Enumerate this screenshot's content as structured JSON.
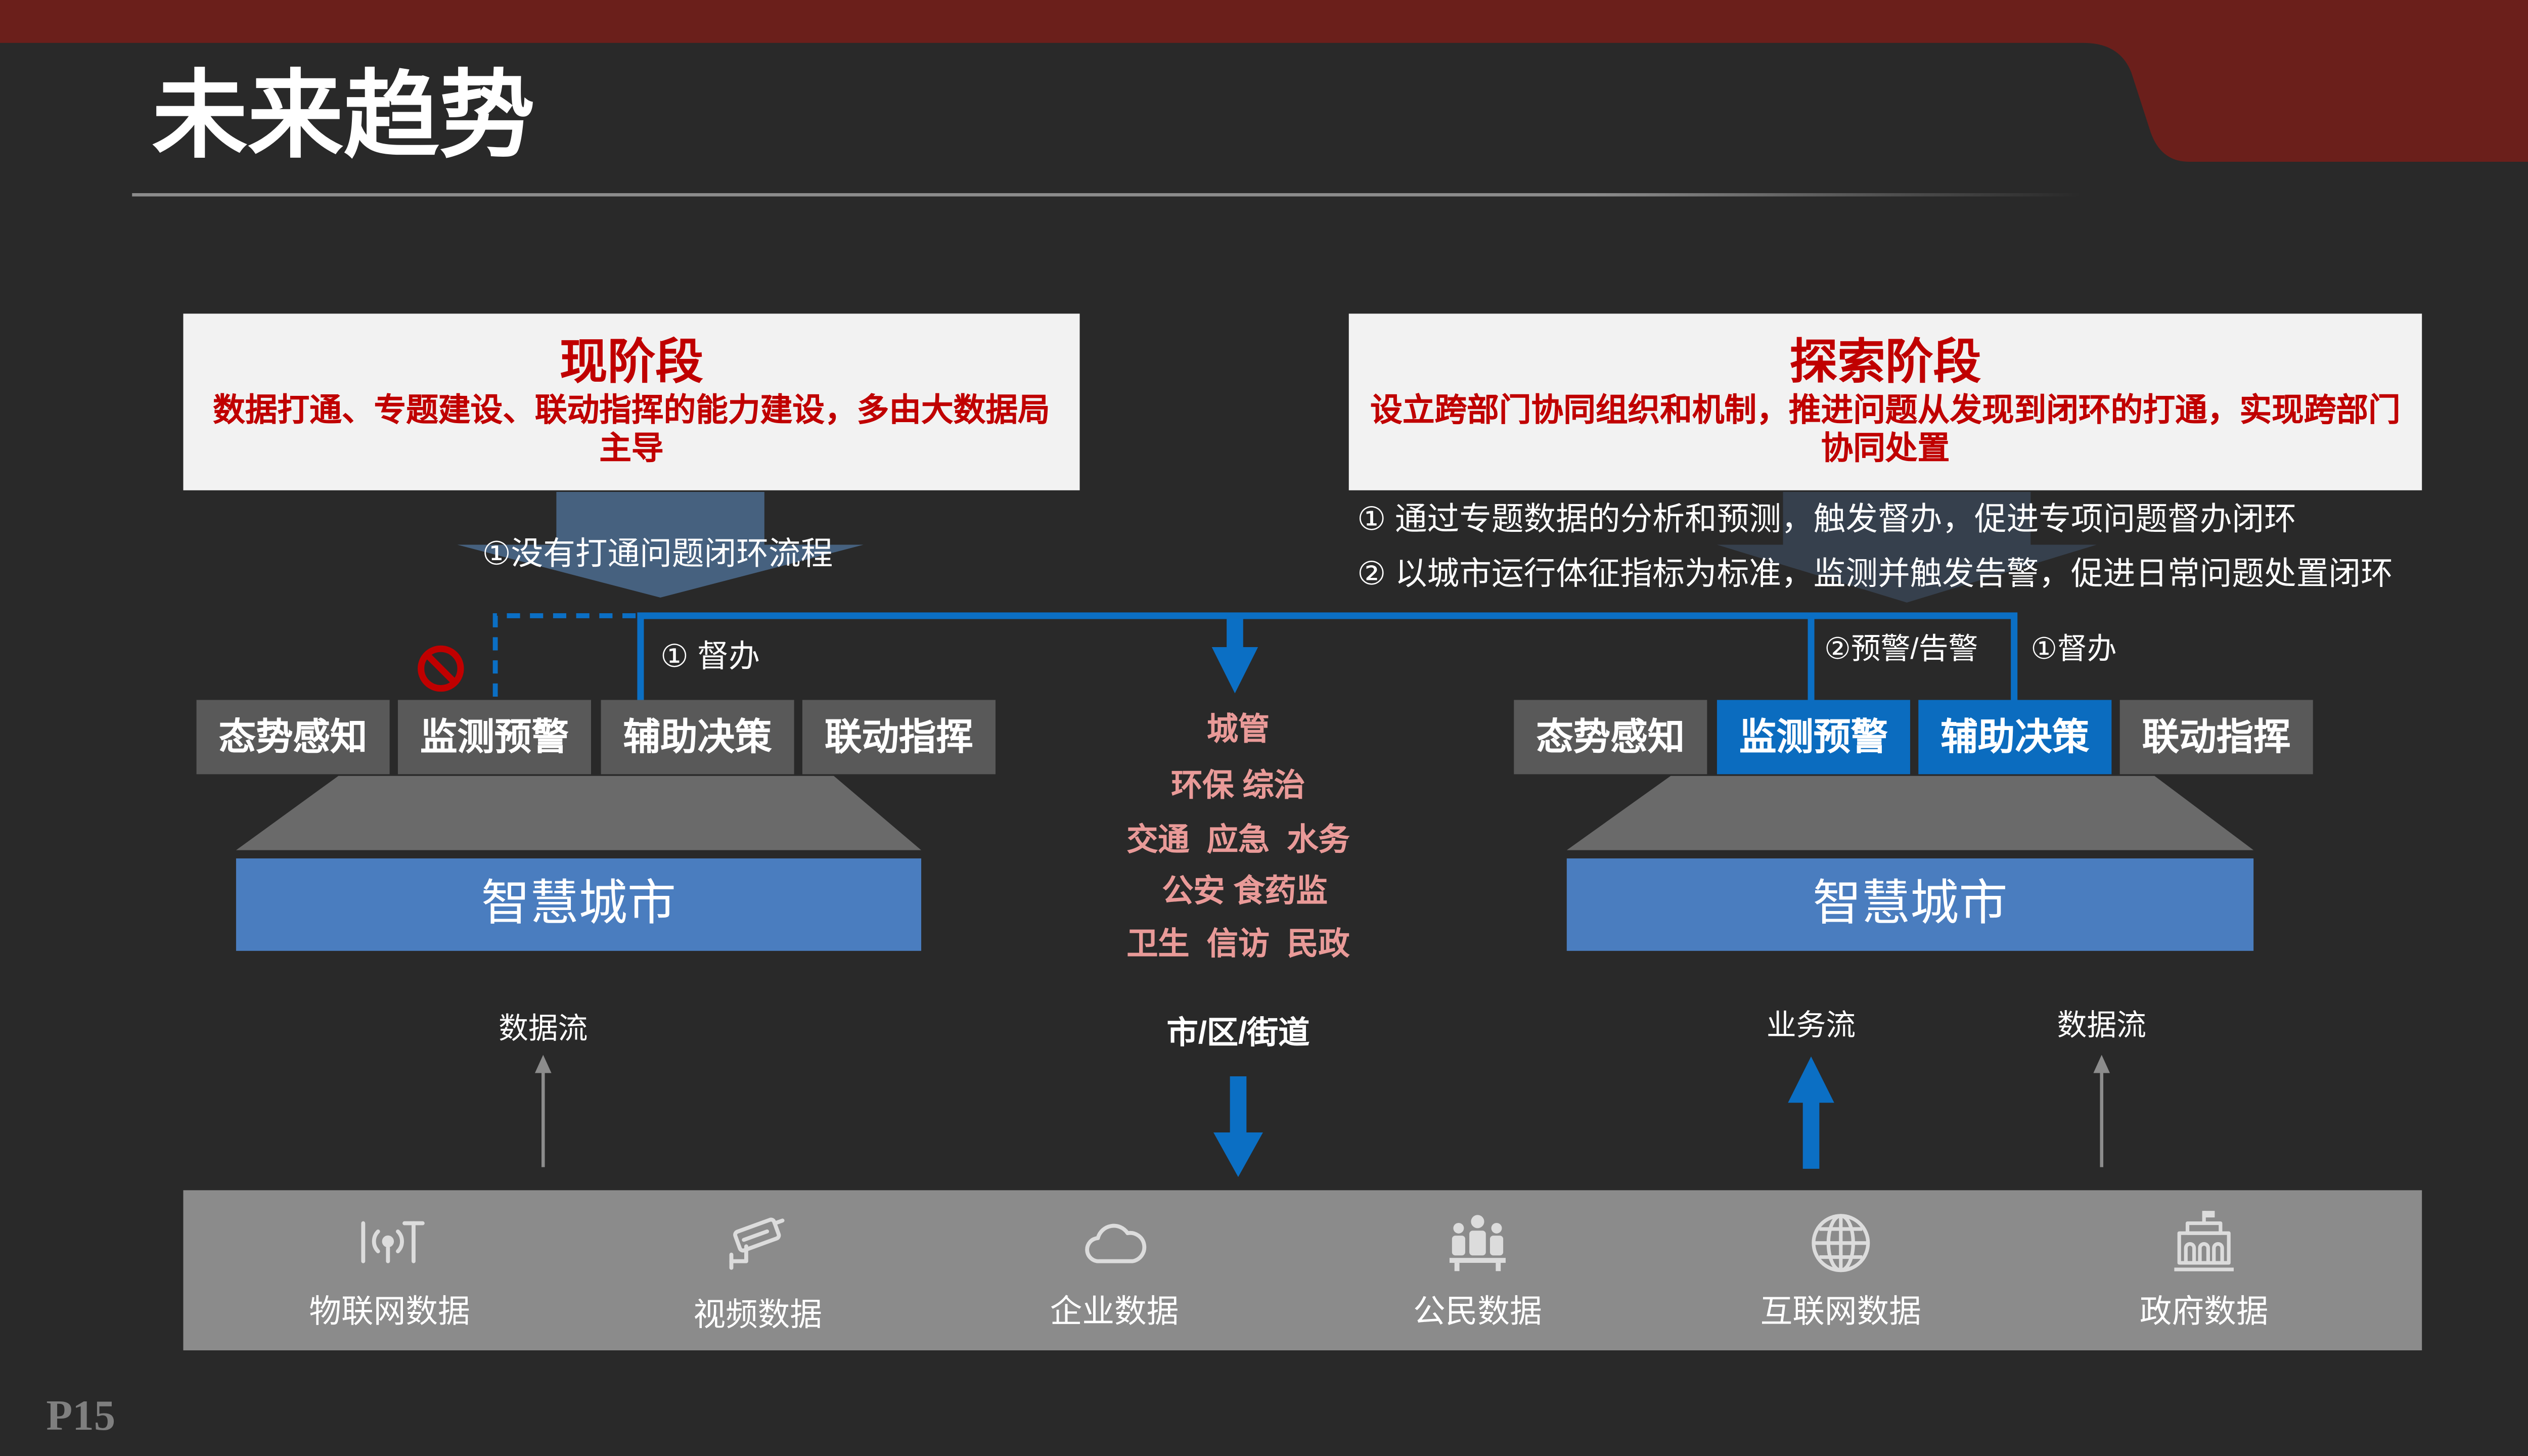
{
  "slide": {
    "title": "未来趋势",
    "page_number": "P15"
  },
  "current_stage": {
    "heading": "现阶段",
    "description": "数据打通、专题建设、联动指挥的能力建设，多由大数据局主导",
    "arrow_note": "①没有打通问题闭环流程",
    "supervise_label": "① 督办",
    "blocked_icon": "no-entry-icon",
    "capabilities": [
      {
        "label": "态势感知",
        "highlighted": false
      },
      {
        "label": "监测预警",
        "highlighted": false
      },
      {
        "label": "辅助决策",
        "highlighted": false
      },
      {
        "label": "联动指挥",
        "highlighted": false
      }
    ],
    "platform": "智慧城市",
    "flow_label": "数据流"
  },
  "exploration_stage": {
    "heading": "探索阶段",
    "description": "设立跨部门协同组织和机制，推进问题从发现到闭环的打通，实现跨部门协同处置",
    "notes": [
      "① 通过专题数据的分析和预测，触发督办，促进专项问题督办闭环",
      "② 以城市运行体征指标为标准，监测并触发告警，促进日常问题处置闭环"
    ],
    "alert_label": "②预警/告警",
    "supervise_label": "①督办",
    "capabilities": [
      {
        "label": "态势感知",
        "highlighted": false
      },
      {
        "label": "监测预警",
        "highlighted": true
      },
      {
        "label": "辅助决策",
        "highlighted": true
      },
      {
        "label": "联动指挥",
        "highlighted": false
      }
    ],
    "platform": "智慧城市",
    "business_flow_label": "业务流",
    "data_flow_label": "数据流"
  },
  "departments": {
    "rows": [
      "城管",
      "环保 综治",
      "交通  应急  水务",
      "公安 食药监",
      "卫生  信访  民政"
    ],
    "levels": "市/区/街道"
  },
  "data_sources": [
    {
      "label": "物联网数据",
      "icon": "iot-icon"
    },
    {
      "label": "视频数据",
      "icon": "cctv-camera-icon"
    },
    {
      "label": "企业数据",
      "icon": "cloud-icon"
    },
    {
      "label": "公民数据",
      "icon": "people-icon"
    },
    {
      "label": "互联网数据",
      "icon": "globe-icon"
    },
    {
      "label": "政府数据",
      "icon": "government-building-icon"
    }
  ],
  "colors": {
    "background": "#292929",
    "header_red": "#6b1f1b",
    "heading_red": "#c00000",
    "connector_blue": "#0b6fc4",
    "capability_gray": "#595959",
    "capability_highlight": "#0b6cbf",
    "platform_blue": "#4a7dbf",
    "department_pink": "#e99a98",
    "source_bar_gray": "#8b8b8b"
  }
}
